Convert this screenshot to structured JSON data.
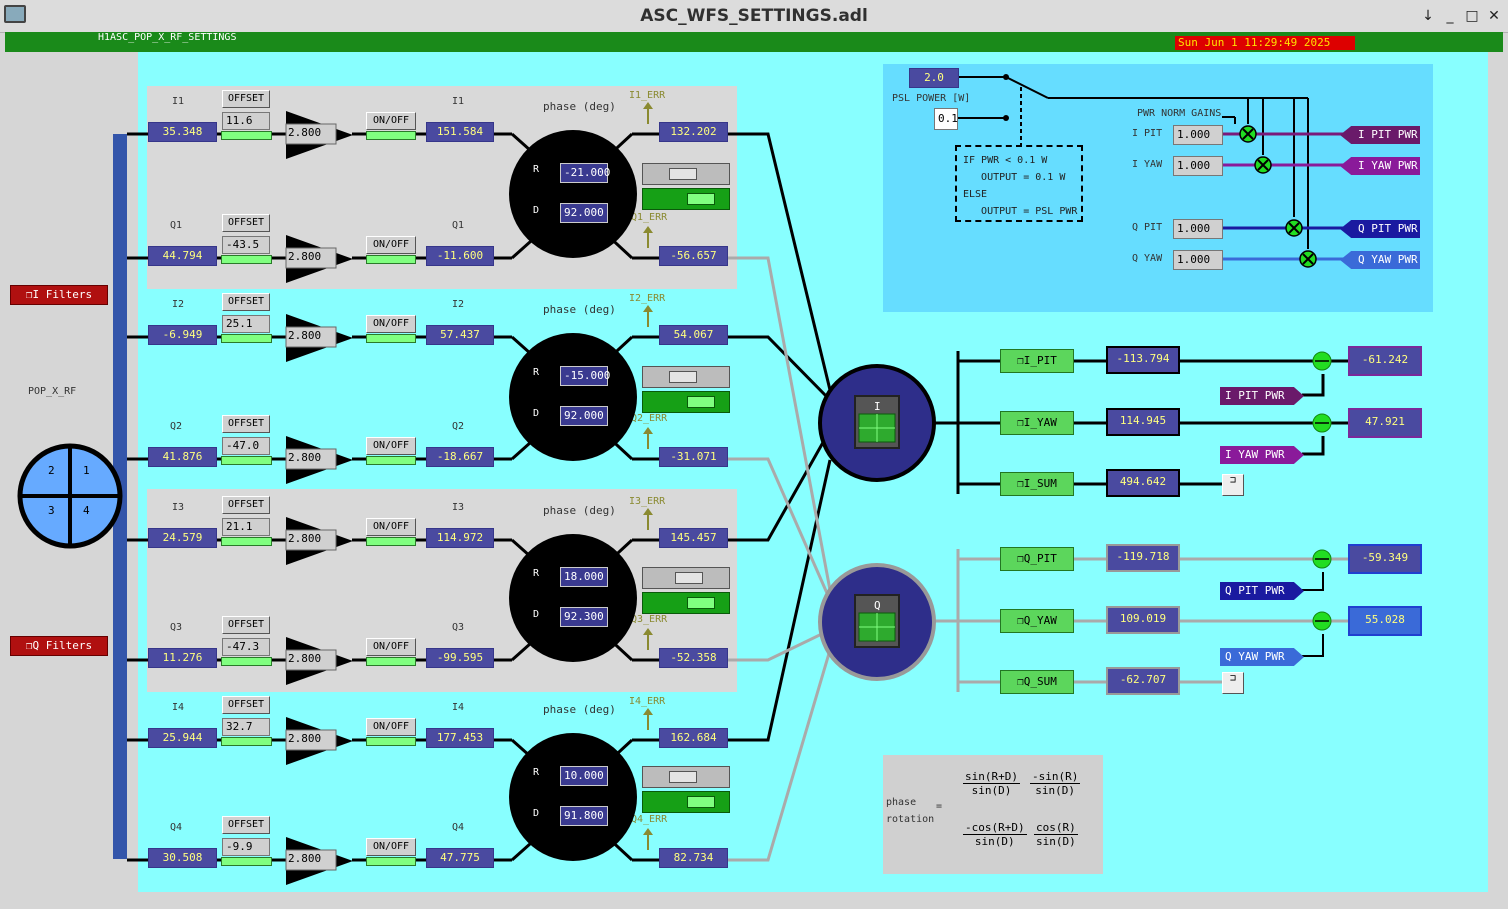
{
  "window": {
    "title": "ASC_WFS_SETTINGS.adl"
  },
  "header": {
    "pv_name": "H1ASC_POP_X_RF_SETTINGS",
    "clock": "Sun Jun  1 11:29:49 2025"
  },
  "left": {
    "i_filters": "❐I Filters",
    "q_filters": "❐Q Filters",
    "sensor_label": "POP_X_RF",
    "quadrants": [
      "2",
      "1",
      "3",
      "4"
    ]
  },
  "labels": {
    "offset": "OFFSET",
    "onoff": "ON/OFF",
    "phase_deg": "phase (deg)",
    "r": "R",
    "d": "D"
  },
  "channels": [
    {
      "name": "I1",
      "input": "35.348",
      "offset": "11.6",
      "gain": "2.800",
      "output": "151.584",
      "err": "I1_ERR",
      "rot": "132.202"
    },
    {
      "name": "Q1",
      "input": "44.794",
      "offset": "-43.5",
      "gain": "2.800",
      "output": "-11.600",
      "err": "Q1_ERR",
      "rot": "-56.657"
    },
    {
      "name": "I2",
      "input": "-6.949",
      "offset": "25.1",
      "gain": "2.800",
      "output": "57.437",
      "err": "I2_ERR",
      "rot": "54.067"
    },
    {
      "name": "Q2",
      "input": "41.876",
      "offset": "-47.0",
      "gain": "2.800",
      "output": "-18.667",
      "err": "Q2_ERR",
      "rot": "-31.071"
    },
    {
      "name": "I3",
      "input": "24.579",
      "offset": "21.1",
      "gain": "2.800",
      "output": "114.972",
      "err": "I3_ERR",
      "rot": "145.457"
    },
    {
      "name": "Q3",
      "input": "11.276",
      "offset": "-47.3",
      "gain": "2.800",
      "output": "-99.595",
      "err": "Q3_ERR",
      "rot": "-52.358"
    },
    {
      "name": "I4",
      "input": "25.944",
      "offset": "32.7",
      "gain": "2.800",
      "output": "177.453",
      "err": "I4_ERR",
      "rot": "162.684"
    },
    {
      "name": "Q4",
      "input": "30.508",
      "offset": "-9.9",
      "gain": "2.800",
      "output": "47.775",
      "err": "Q4_ERR",
      "rot": "82.734"
    }
  ],
  "phases": [
    {
      "r": "-21.000",
      "d": "92.000"
    },
    {
      "r": "-15.000",
      "d": "92.000"
    },
    {
      "r": "18.000",
      "d": "92.300"
    },
    {
      "r": "10.000",
      "d": "91.800"
    }
  ],
  "sum_i": {
    "label": "I",
    "filters": [
      {
        "name": "❐I_PIT",
        "value": "-113.794",
        "out": "-61.242",
        "pwr": "I PIT PWR"
      },
      {
        "name": "❐I_YAW",
        "value": "114.945",
        "out": "47.921",
        "pwr": "I YAW PWR"
      },
      {
        "name": "❐I_SUM",
        "value": "494.642"
      }
    ]
  },
  "sum_q": {
    "label": "Q",
    "filters": [
      {
        "name": "❐Q_PIT",
        "value": "-119.718",
        "out": "-59.349",
        "pwr": "Q PIT PWR"
      },
      {
        "name": "❐Q_YAW",
        "value": "109.019",
        "out": "55.028",
        "pwr": "Q YAW PWR"
      },
      {
        "name": "❐Q_SUM",
        "value": "-62.707"
      }
    ]
  },
  "power": {
    "psl_value": "2.0",
    "psl_label": "PSL POWER [W]",
    "min_value": "0.1",
    "if_lines": [
      "IF PWR < 0.1 W",
      "   OUTPUT = 0.1 W",
      "ELSE",
      "   OUTPUT = PSL PWR"
    ],
    "gains_title": "PWR NORM GAINS",
    "gains": [
      {
        "label": "I PIT",
        "value": "1.000",
        "out": "I PIT PWR"
      },
      {
        "label": "I YAW",
        "value": "1.000",
        "out": "I YAW PWR"
      },
      {
        "label": "Q PIT",
        "value": "1.000",
        "out": "Q PIT PWR"
      },
      {
        "label": "Q YAW",
        "value": "1.000",
        "out": "Q YAW PWR"
      }
    ]
  },
  "matrix": {
    "label1": "phase",
    "label2": "rotation",
    "eq": "=",
    "m11n": "sin(R+D)",
    "m11d": "sin(D)",
    "m12n": "-sin(R)",
    "m12d": "sin(D)",
    "m21n": "-cos(R+D)",
    "m21d": "sin(D)",
    "m22n": "cos(R)",
    "m22d": "sin(D)"
  }
}
